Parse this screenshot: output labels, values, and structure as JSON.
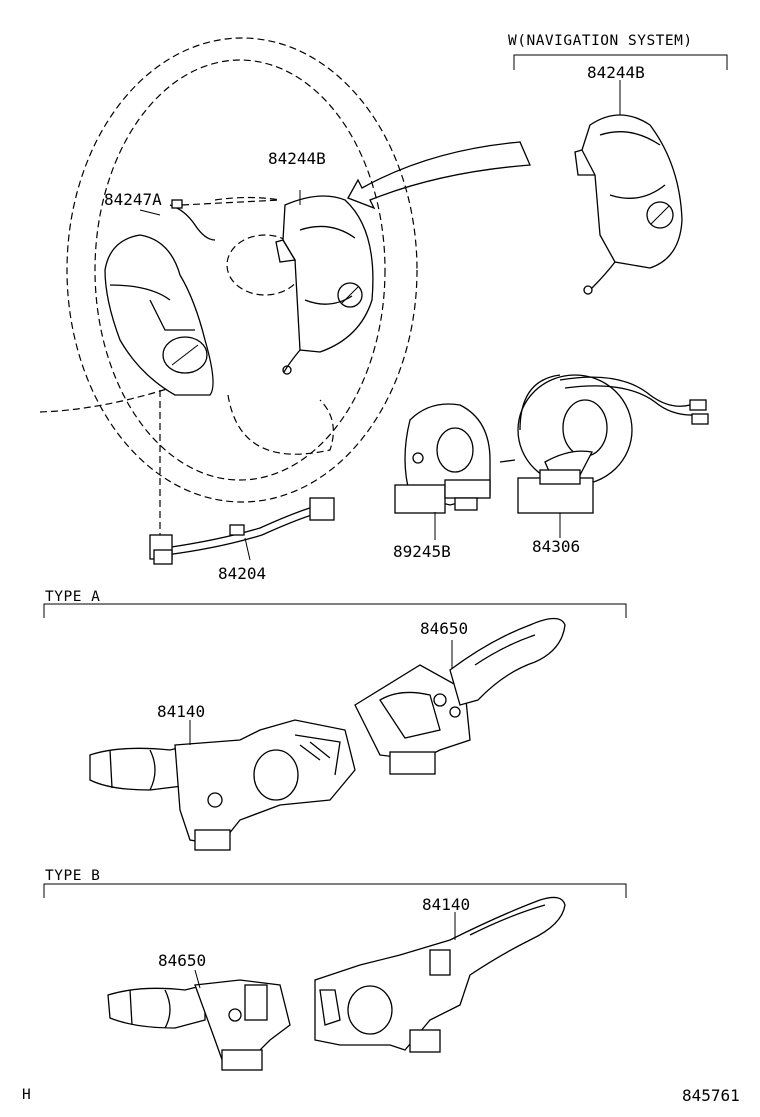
{
  "headers": {
    "navigation": "W(NAVIGATION SYSTEM)",
    "type_a": "TYPE A",
    "type_b": "TYPE B"
  },
  "labels": {
    "nav_switch": "84244B",
    "steering_switch_right": "84244B",
    "steering_switch_left": "84247A",
    "wire_harness": "84204",
    "spiral_cable_sensor": "89245B",
    "spiral_cable": "84306",
    "type_a_wiper_switch": "84650",
    "type_a_turn_switch": "84140",
    "type_b_turn_switch": "84140",
    "type_b_wiper_switch": "84650"
  },
  "footer": {
    "left_code": "H",
    "diagram_number": "845761"
  }
}
